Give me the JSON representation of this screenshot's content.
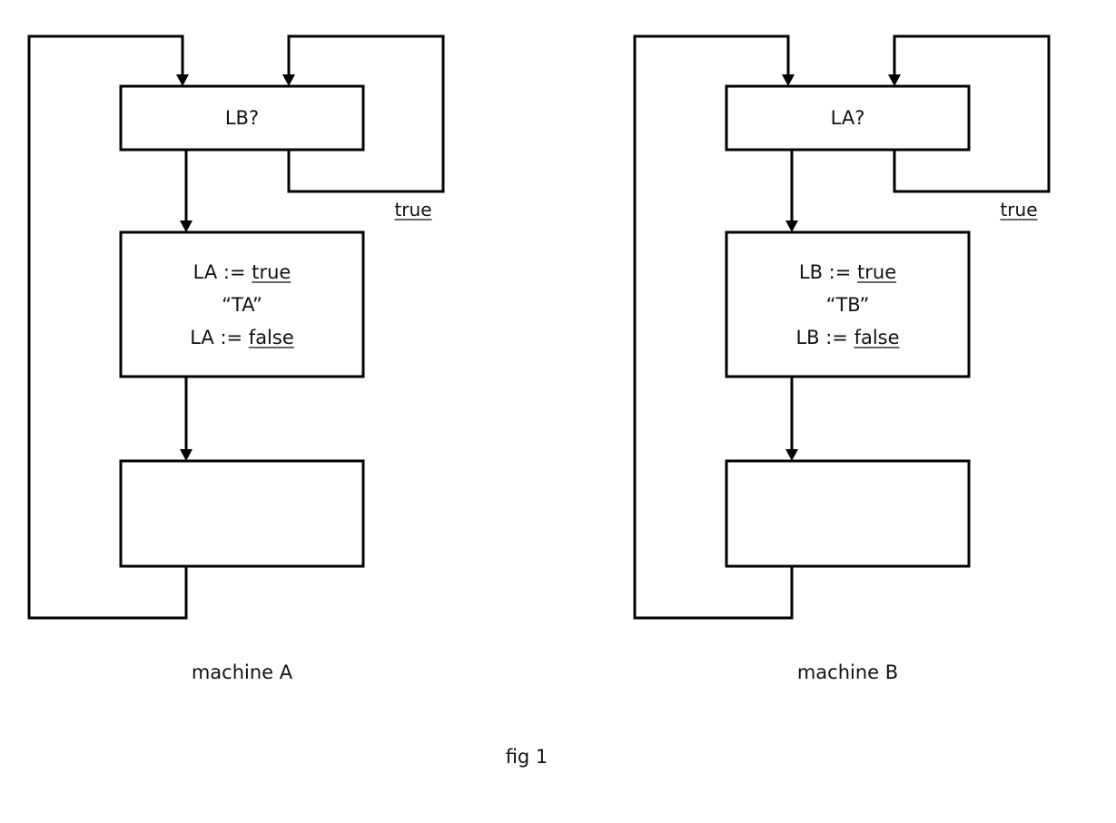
{
  "figure_caption": "fig 1",
  "machines": [
    {
      "name": "machine A",
      "test_box": {
        "text": "LB?"
      },
      "loop_label": "true",
      "critical_box": {
        "lines": [
          {
            "prefix": "LA := ",
            "value": "true"
          },
          {
            "text": "“TA”"
          },
          {
            "prefix": "LA := ",
            "value": "false"
          }
        ]
      },
      "remainder_box": {
        "text": ""
      }
    },
    {
      "name": "machine B",
      "test_box": {
        "text": "LA?"
      },
      "loop_label": "true",
      "critical_box": {
        "lines": [
          {
            "prefix": "LB := ",
            "value": "true"
          },
          {
            "text": "“TB”"
          },
          {
            "prefix": "LB := ",
            "value": "false"
          }
        ]
      },
      "remainder_box": {
        "text": ""
      }
    }
  ]
}
